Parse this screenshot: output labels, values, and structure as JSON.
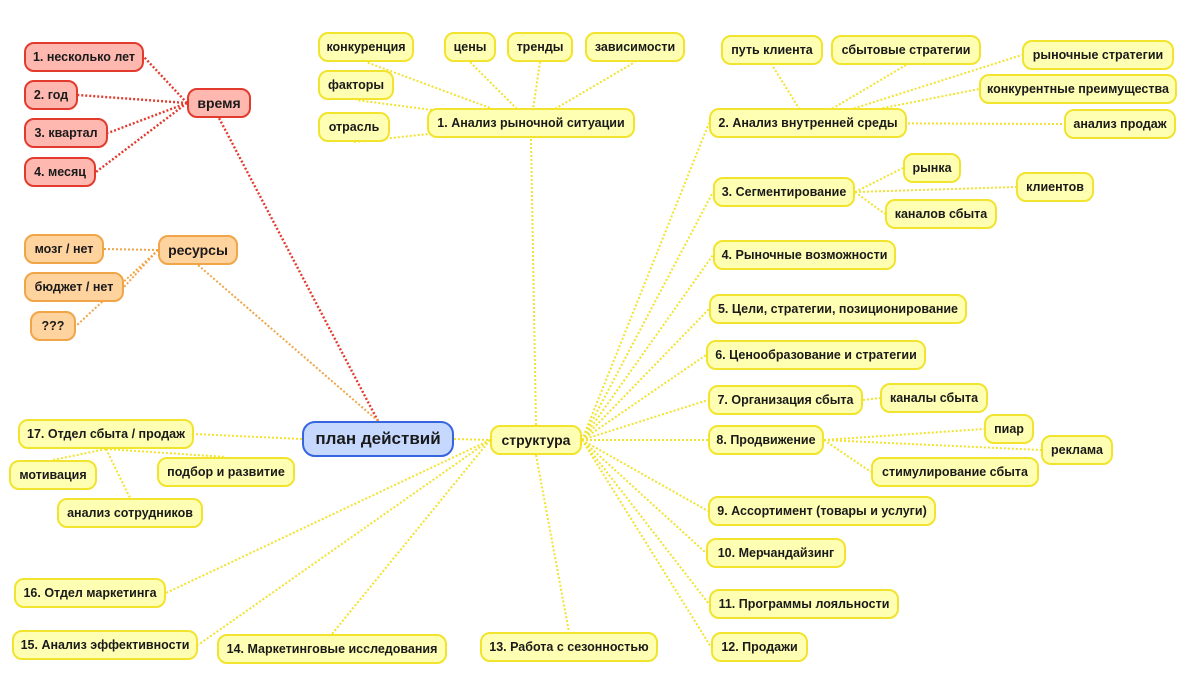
{
  "map": {
    "center": "план действий",
    "structure": "структура",
    "time": {
      "label": "время",
      "items": [
        "1. несколько лет",
        "2. год",
        "3. квартал",
        "4. месяц"
      ]
    },
    "resources": {
      "label": "ресурсы",
      "items": [
        "мозг / нет",
        "бюджет / нет",
        "???"
      ]
    },
    "branches": {
      "market_analysis": "1. Анализ рыночной ситуации",
      "market_children": [
        "конкуренция",
        "цены",
        "тренды",
        "зависимости",
        "факторы",
        "отрасль"
      ],
      "internal": "2. Анализ внутренней среды",
      "internal_children": [
        "путь клиента",
        "сбытовые стратегии",
        "рыночные стратегии",
        "конкурентные преимущества",
        "анализ продаж"
      ],
      "segmentation": "3. Сегментирование",
      "segmentation_children": [
        "рынка",
        "клиентов",
        "каналов сбыта"
      ],
      "opportunities": "4. Рыночные возможности",
      "goals": "5. Цели, стратегии, позиционирование",
      "pricing": "6. Ценообразование и стратегии",
      "sales_org": "7. Организация сбыта",
      "sales_org_children": [
        "каналы сбыта"
      ],
      "promotion": "8. Продвижение",
      "promotion_children": [
        "пиар",
        "реклама",
        "стимулирование сбыта"
      ],
      "assortment": "9. Ассортимент (товары и услуги)",
      "merch": "10. Мерчандайзинг",
      "loyalty": "11. Программы лояльности",
      "sales": "12. Продажи",
      "seasonality": "13. Работа с сезонностью",
      "research": "14. Маркетинговые исследования",
      "efficiency": "15. Анализ эффективности",
      "marketing_dept": "16. Отдел маркетинга",
      "sales_dept": "17. Отдел сбыта / продаж",
      "sales_dept_children": [
        "мотивация",
        "подбор и развитие",
        "анализ сотрудников"
      ]
    }
  },
  "colors": {
    "yellow_fill": "#ffffb3",
    "yellow_border": "#f2e32e",
    "red_fill": "#ffb8b0",
    "red_border": "#e23b2e",
    "orange_fill": "#ffd39e",
    "orange_border": "#f0a548",
    "blue_fill": "#c7d8ff",
    "blue_border": "#3566e0"
  }
}
